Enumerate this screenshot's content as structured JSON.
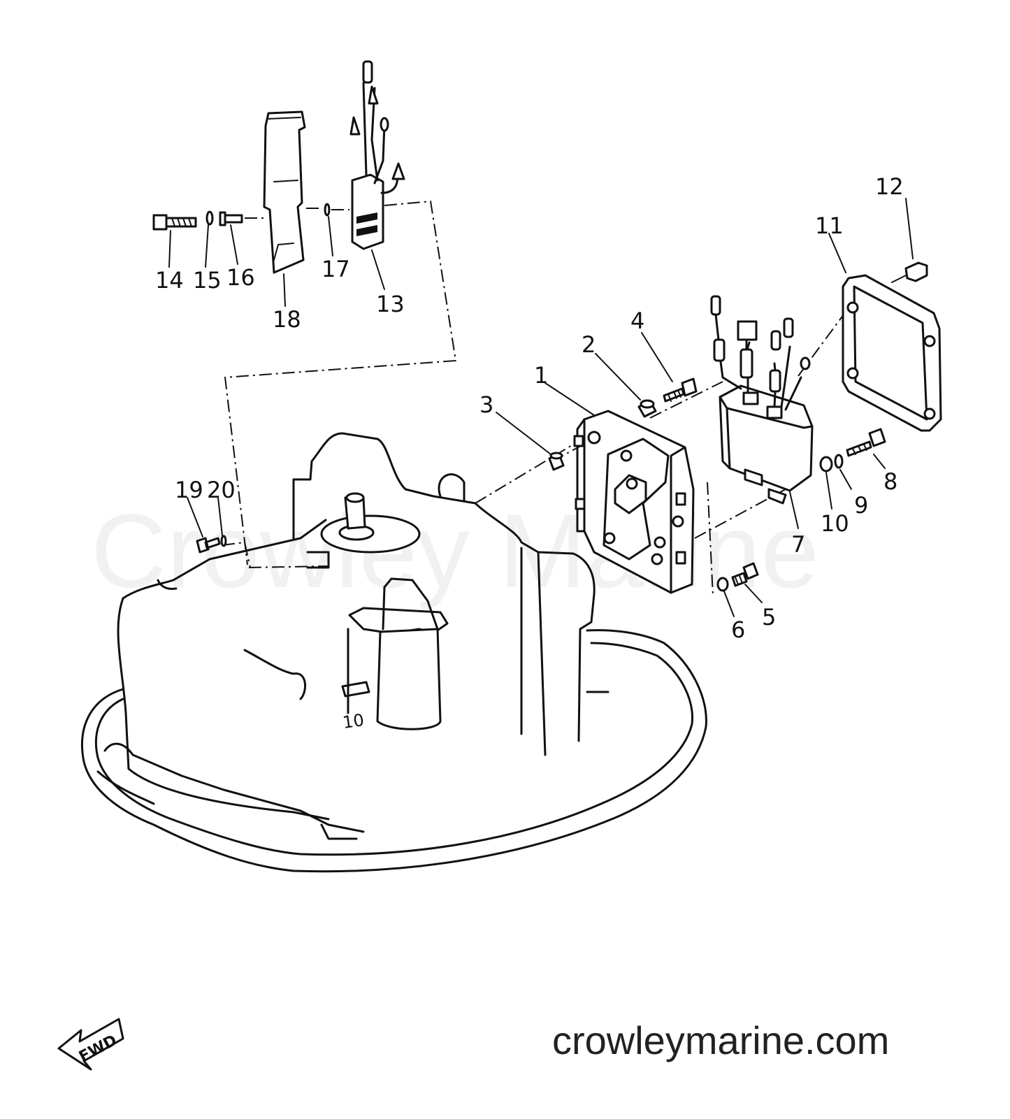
{
  "callouts": {
    "c1": "1",
    "c2": "2",
    "c3": "3",
    "c4": "4",
    "c5": "5",
    "c6": "6",
    "c7": "7",
    "c8": "8",
    "c9": "9",
    "c10": "10",
    "c11": "11",
    "c12": "12",
    "c13": "13",
    "c14": "14",
    "c15": "15",
    "c16": "16",
    "c17": "17",
    "c18": "18",
    "c19": "19",
    "c20": "20"
  },
  "direction_arrow": "FWD",
  "watermark": "Crowley Marine",
  "site_url": "crowleymarine.com"
}
